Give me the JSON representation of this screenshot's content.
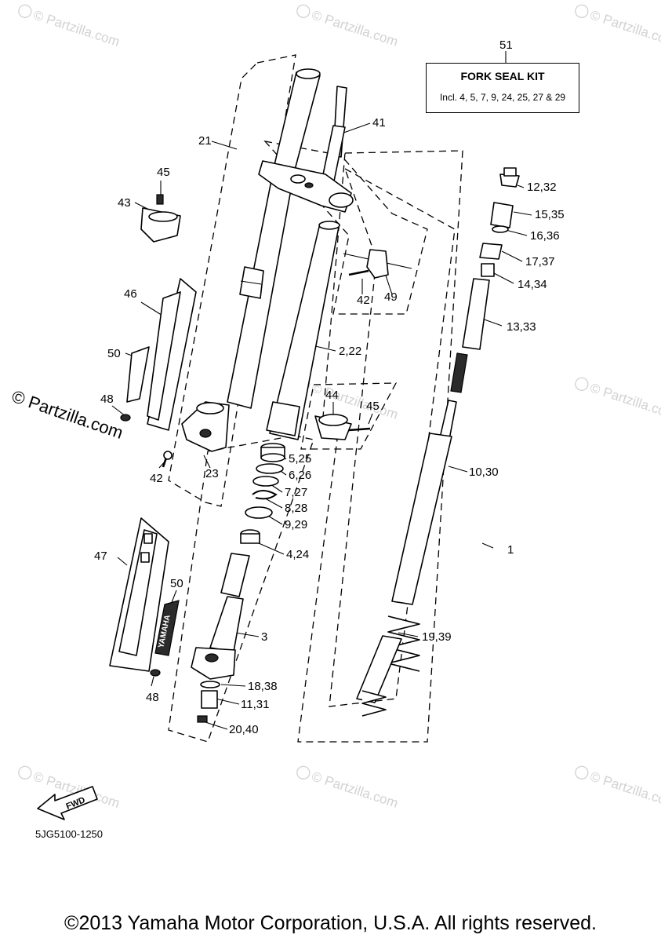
{
  "watermark": {
    "text": "© Partzilla.com"
  },
  "kit": {
    "callout": "51",
    "title": "FORK SEAL KIT",
    "includes": "Incl. 4, 5, 7, 9, 24, 25, 27 & 29"
  },
  "labels": {
    "l1": "1",
    "l2": "2,22",
    "l3": "3",
    "l4": "4,24",
    "l5": "5,25",
    "l6": "6,26",
    "l7": "7,27",
    "l8": "8,28",
    "l9": "9,29",
    "l10": "10,30",
    "l11": "11,31",
    "l12": "12,32",
    "l13": "13,33",
    "l14": "14,34",
    "l15": "15,35",
    "l16": "16,36",
    "l17": "17,37",
    "l18": "18,38",
    "l19": "19,39",
    "l20": "20,40",
    "l21": "21",
    "l23": "23",
    "l41": "41",
    "l42a": "42",
    "l42b": "42",
    "l43": "43",
    "l44": "44",
    "l45a": "45",
    "l45b": "45",
    "l46": "46",
    "l47": "47",
    "l48a": "48",
    "l48b": "48",
    "l49": "49",
    "l50a": "50",
    "l50b": "50"
  },
  "fwd": "FWD",
  "guard_logo": "YAMAHA",
  "diagram_code": "5JG5100-1250",
  "copyright": "©2013 Yamaha Motor Corporation, U.S.A. All rights reserved."
}
